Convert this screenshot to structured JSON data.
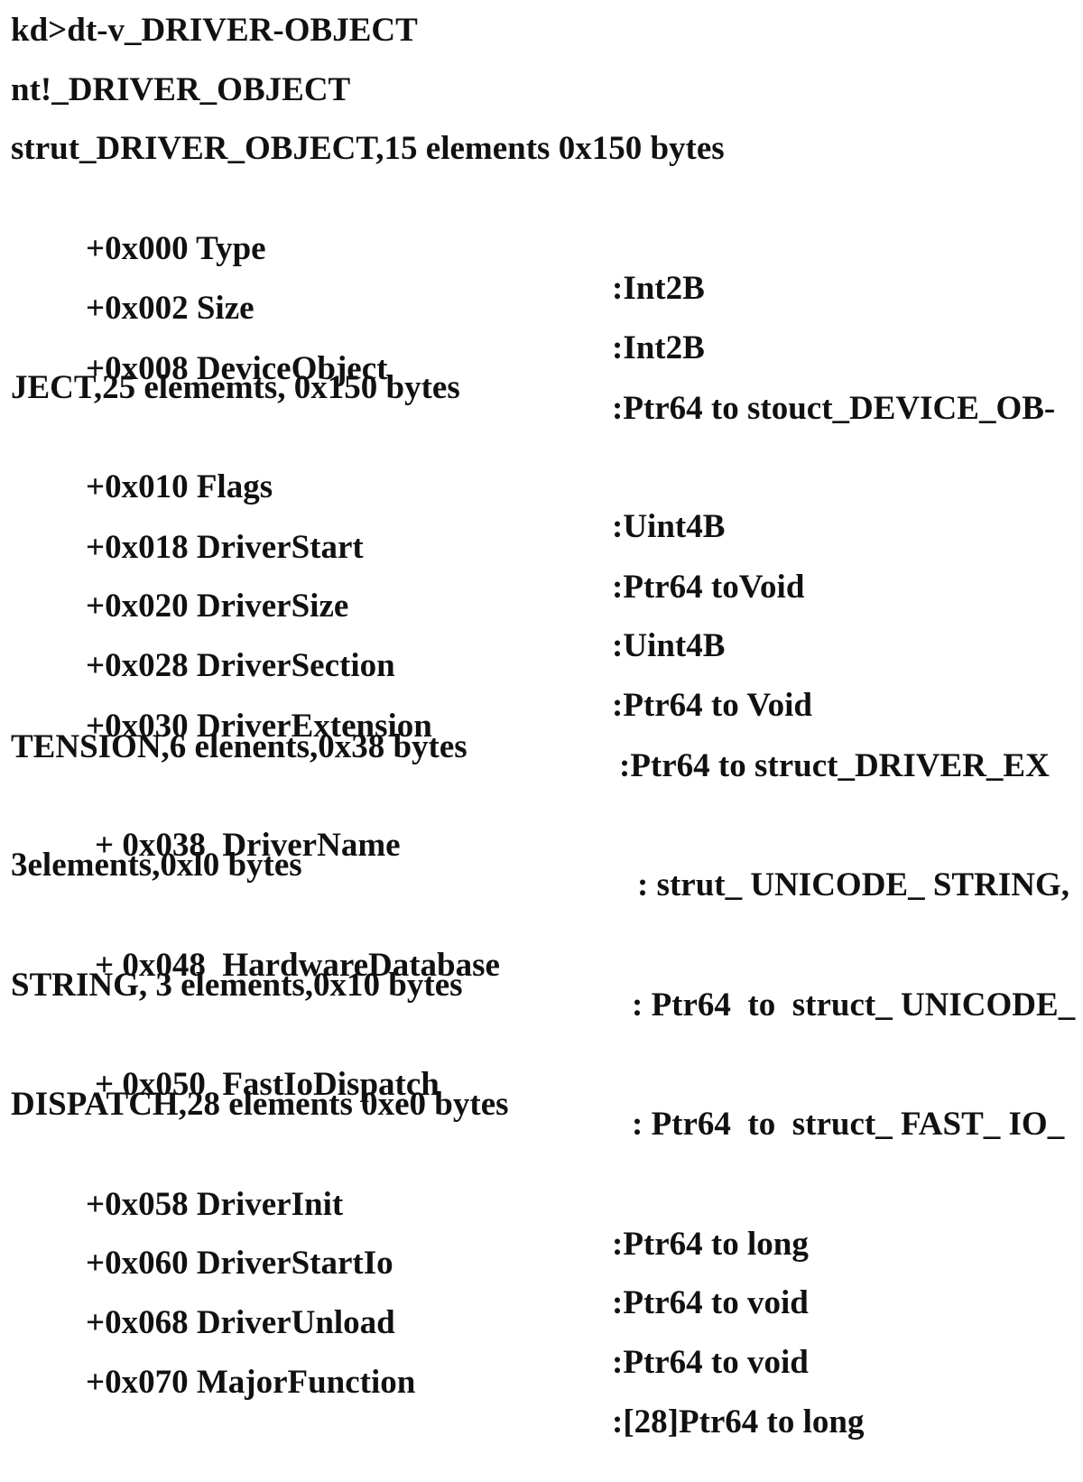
{
  "header_lines": [
    "kd>dt-v_DRIVER-OBJECT",
    "nt!_DRIVER_OBJECT",
    "strut_DRIVER_OBJECT,15 elements 0x150 bytes"
  ],
  "fields": [
    {
      "offset": "+0x000 Type",
      "type": ":Int2B"
    },
    {
      "offset": "+0x002 Size",
      "type": ":Int2B"
    },
    {
      "offset": "+0x008 DeviceObject",
      "type": ":Ptr64 to stouct_DEVICE_OB-",
      "cont": "JECT,25 elememts, 0x150 bytes"
    },
    {
      "offset": "+0x010 Flags",
      "type": ":Uint4B"
    },
    {
      "offset": "+0x018 DriverStart",
      "type": ":Ptr64 toVoid"
    },
    {
      "offset": "+0x020 DriverSize",
      "type": ":Uint4B"
    },
    {
      "offset": "+0x028 DriverSection",
      "type": ":Ptr64 to Void"
    },
    {
      "offset": "+0x030 DriverExtension",
      "type": ":Ptr64 to struct_DRIVER_EX",
      "cont": "TENSION,6 elenents,0x38 bytes"
    },
    {
      "offset": "+ 0x038  DriverName",
      "type": ": strut_ UNICODE_ STRING,",
      "cont": "3elements,0xl0 bytes"
    },
    {
      "offset": "+ 0x048  HardwareDatabase",
      "type": ": Ptr64  to  struct_ UNICODE_",
      "cont": "STRING, 3 elements,0x10 bytes"
    },
    {
      "offset": "+ 0x050  FastIoDispatch",
      "type": ": Ptr64  to  struct_ FAST_ IO_",
      "cont": "DISPATCH,28 elements 0xe0 bytes"
    },
    {
      "offset": "+0x058 DriverInit",
      "type": ":Ptr64 to long"
    },
    {
      "offset": "+0x060 DriverStartIo",
      "type": ":Ptr64 to void"
    },
    {
      "offset": "+0x068 DriverUnload",
      "type": ":Ptr64 to void"
    },
    {
      "offset": "+0x070 MajorFunction",
      "type": ":[28]Ptr64 to long"
    }
  ]
}
